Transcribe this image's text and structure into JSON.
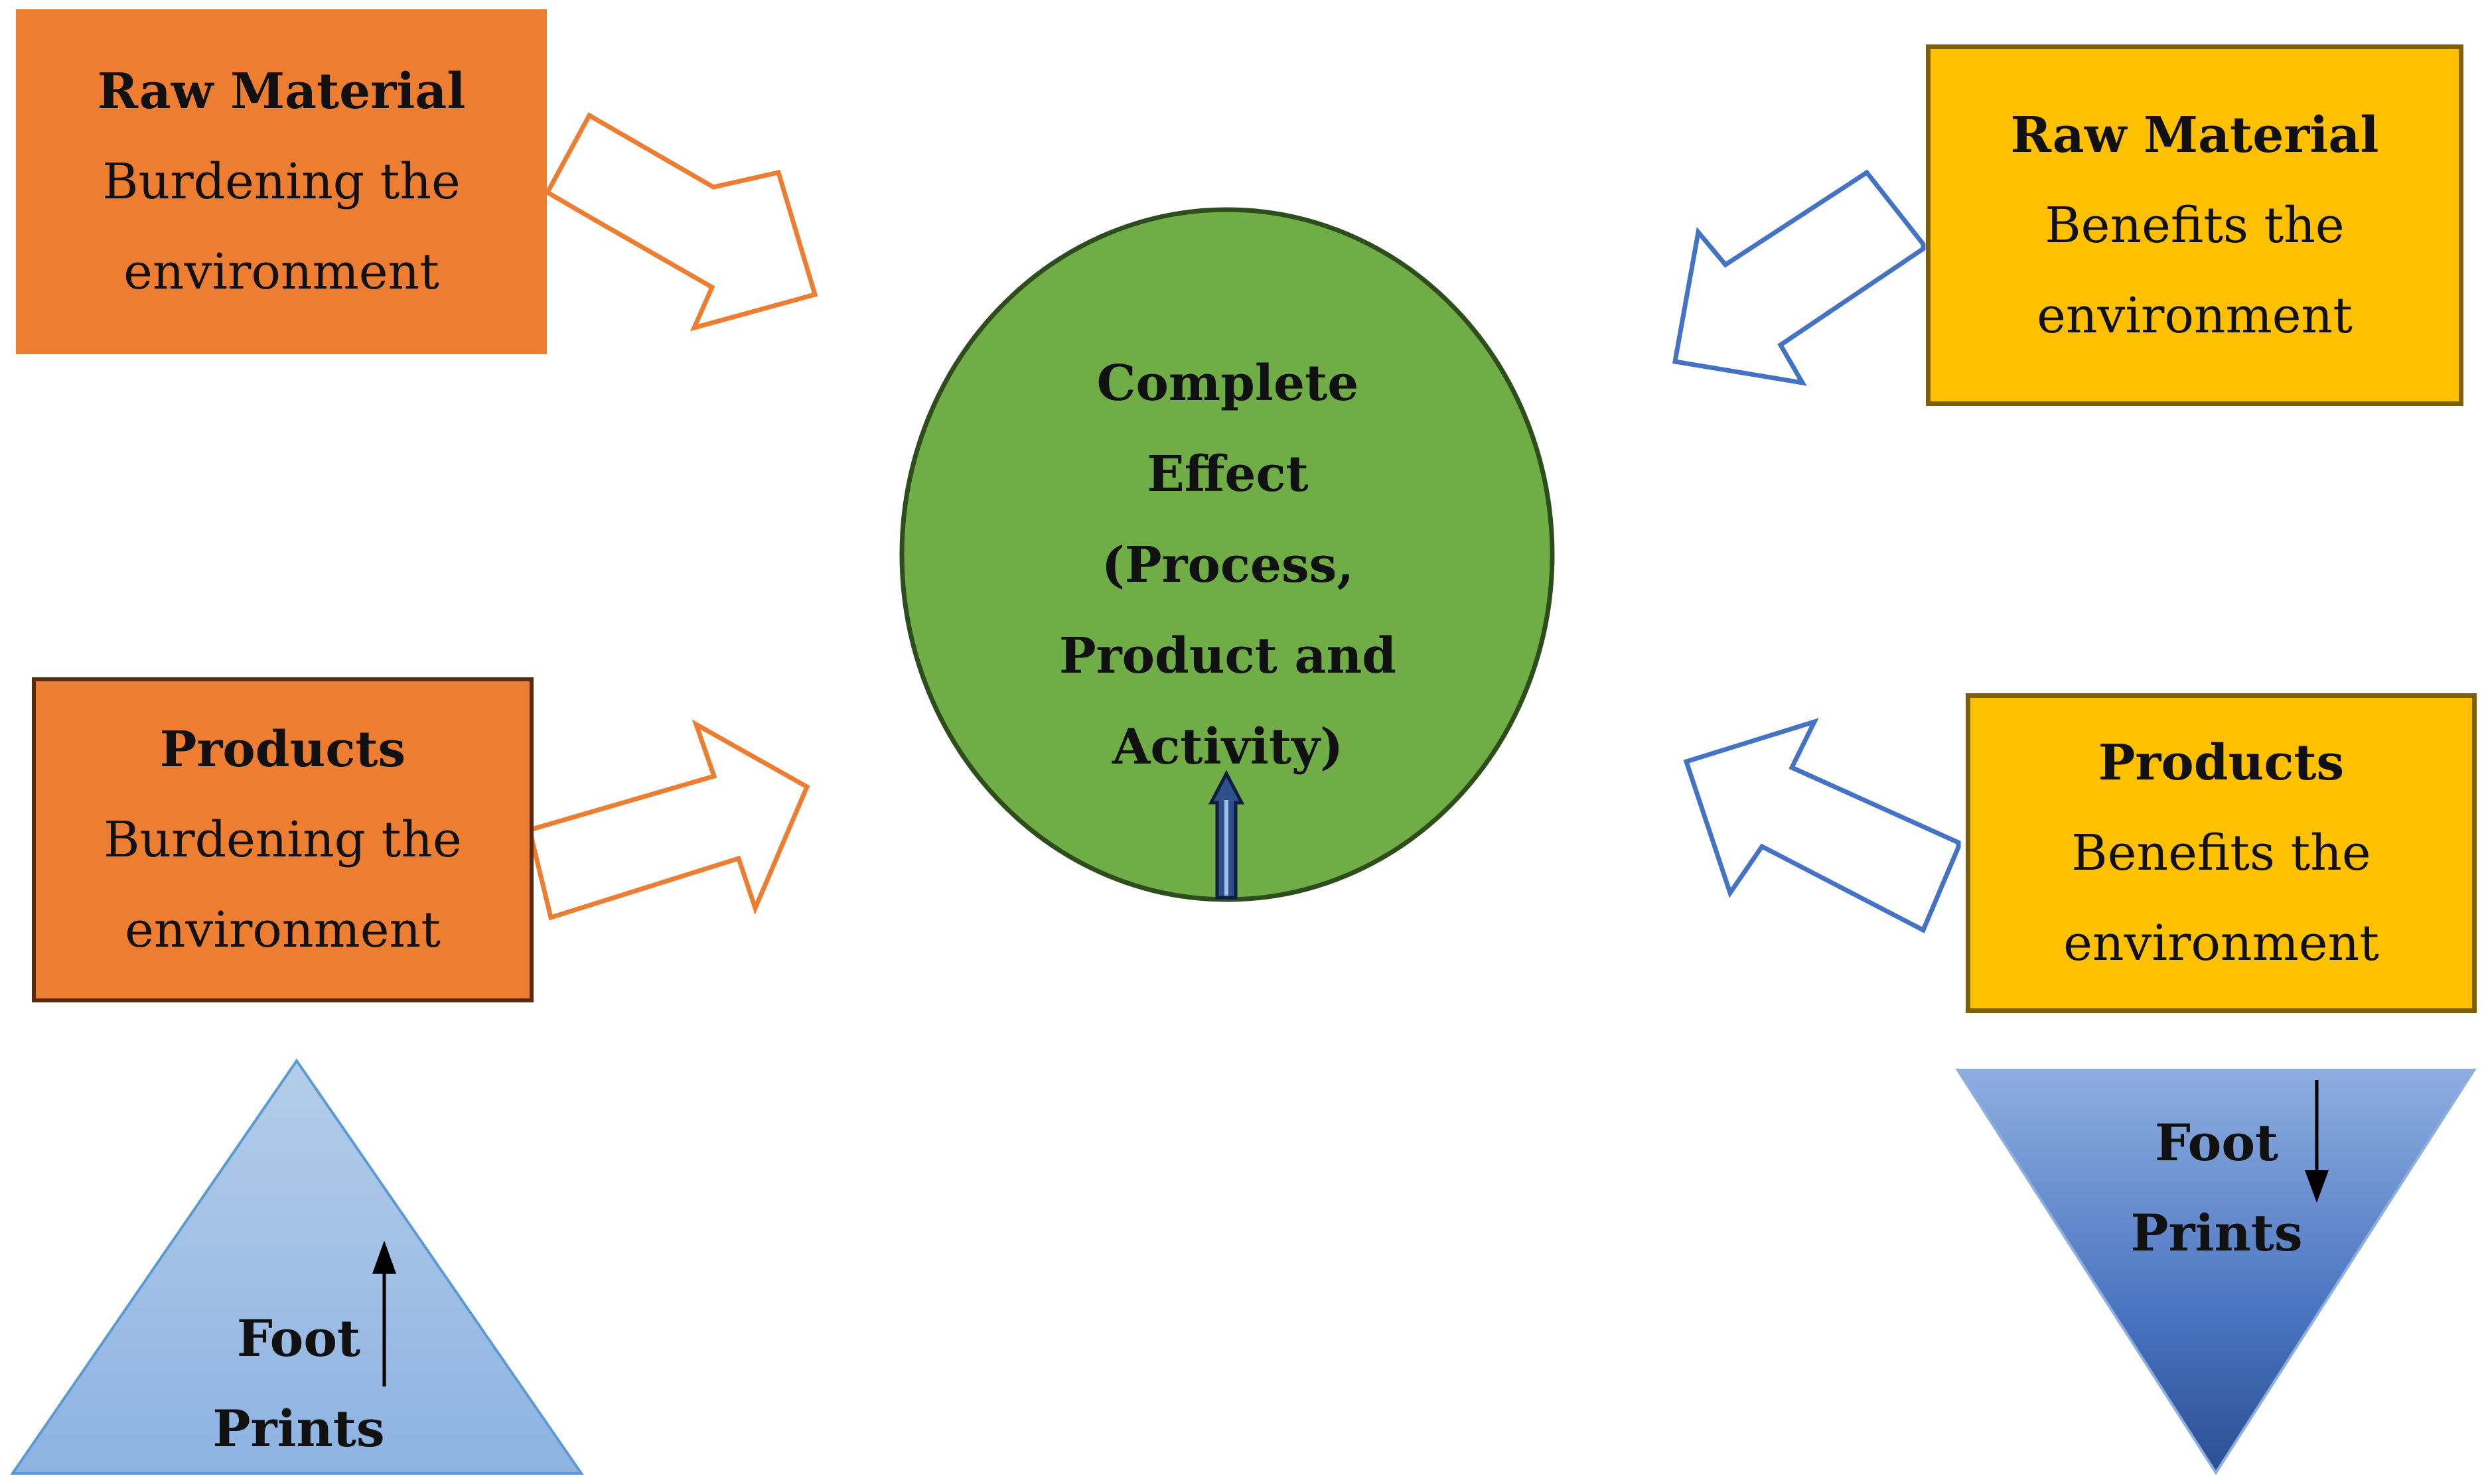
{
  "boxes": {
    "raw_material_burden": {
      "title": "Raw Material",
      "line1": "Burdening the",
      "line2": "environment"
    },
    "products_burden": {
      "title": "Products",
      "line1": "Burdening the",
      "line2": "environment"
    },
    "raw_material_benefit": {
      "title": "Raw Material",
      "line1": "Benefits the",
      "line2": "environment"
    },
    "products_benefit": {
      "title": "Products",
      "line1": "Benefits the",
      "line2": "environment"
    }
  },
  "center": {
    "line1": "Complete",
    "line2": "Effect",
    "line3": "(Process,",
    "line4": "Product and",
    "line5": "Activity)"
  },
  "footprints_left": {
    "line1": "Foot",
    "line2": "Prints"
  },
  "footprints_right": {
    "line1": "Foot",
    "line2": "Prints"
  },
  "colors": {
    "burden": "#ed7d31",
    "benefit": "#ffc000",
    "center": "#70ad47",
    "benefit_arrow": "#4472c4",
    "triangle_up": "#9dc3e6",
    "triangle_down": "#4472c4"
  }
}
